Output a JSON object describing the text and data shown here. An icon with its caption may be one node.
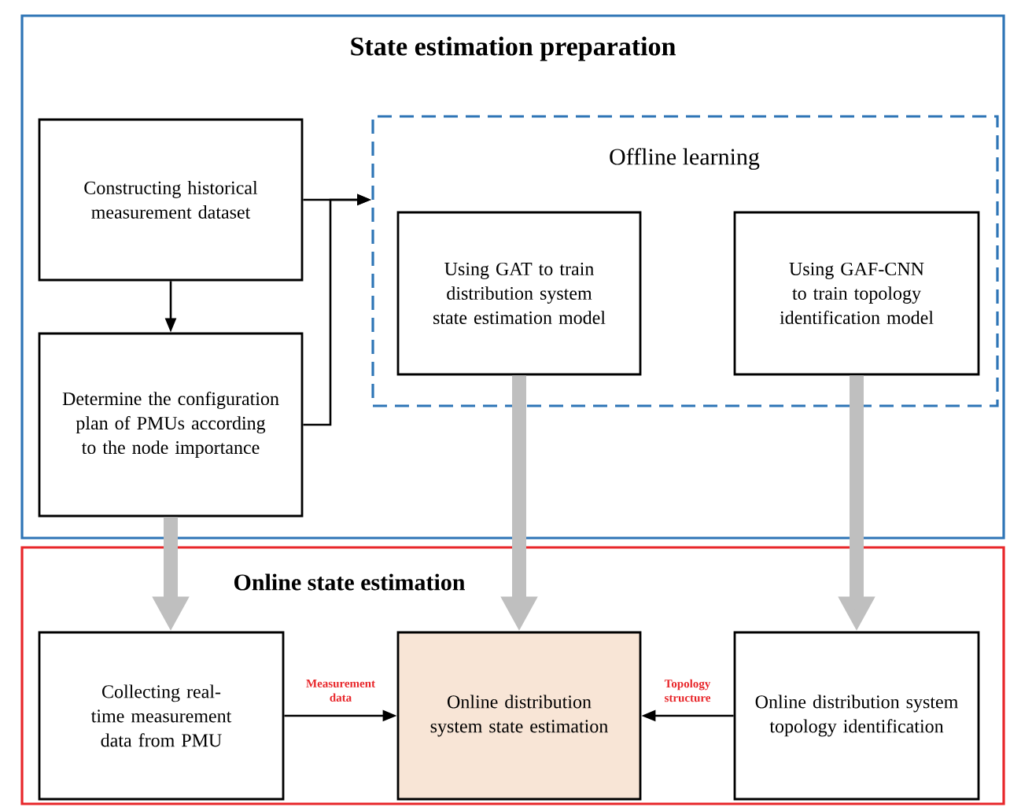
{
  "diagram": {
    "nodes": [
      {
        "text": [
          "State estimation preparation"
        ]
      },
      {
        "text": [
          "Offline learning"
        ],
        "in": 0
      },
      {
        "text": [
          "Constructing historical measurement dataset"
        ],
        "in": 0
      },
      {
        "text": [
          "Determine the configuration plan of PMUs according to the node importance"
        ],
        "in": 0
      },
      {
        "text": [
          "Using GAT to train distribution system state estimation model"
        ],
        "in": 1
      },
      {
        "text": [
          "Using GAF-CNN to train topology identification model"
        ],
        "in": 1
      },
      {
        "text": [
          "Online state estimation"
        ]
      },
      {
        "text": [
          "Collecting real-time measurement data from PMU"
        ],
        "in": 6
      },
      {
        "text": [
          "Online distribution system state estimation"
        ],
        "in": 6
      },
      {
        "text": [
          "Online distribution system topology identification"
        ],
        "in": 6
      }
    ],
    "edges": [
      {
        "from": 2,
        "to": 3,
        "arrow": "to"
      },
      {
        "from": 2,
        "to": 1,
        "arrow": "to"
      },
      {
        "from": 3,
        "to": 1,
        "arrow": "to"
      },
      {
        "from": 3,
        "to": 7,
        "arrow": "to",
        "style": "thick",
        "color": "#bfbfbf"
      },
      {
        "from": 4,
        "to": 8,
        "arrow": "to",
        "style": "thick",
        "color": "#bfbfbf"
      },
      {
        "from": 5,
        "to": 9,
        "arrow": "to",
        "style": "thick",
        "color": "#bfbfbf"
      },
      {
        "from": 7,
        "to": 8,
        "arrow": "to",
        "label": "Measurement data"
      },
      {
        "from": 9,
        "to": 8,
        "arrow": "to",
        "label": "Topology structure"
      }
    ]
  }
}
